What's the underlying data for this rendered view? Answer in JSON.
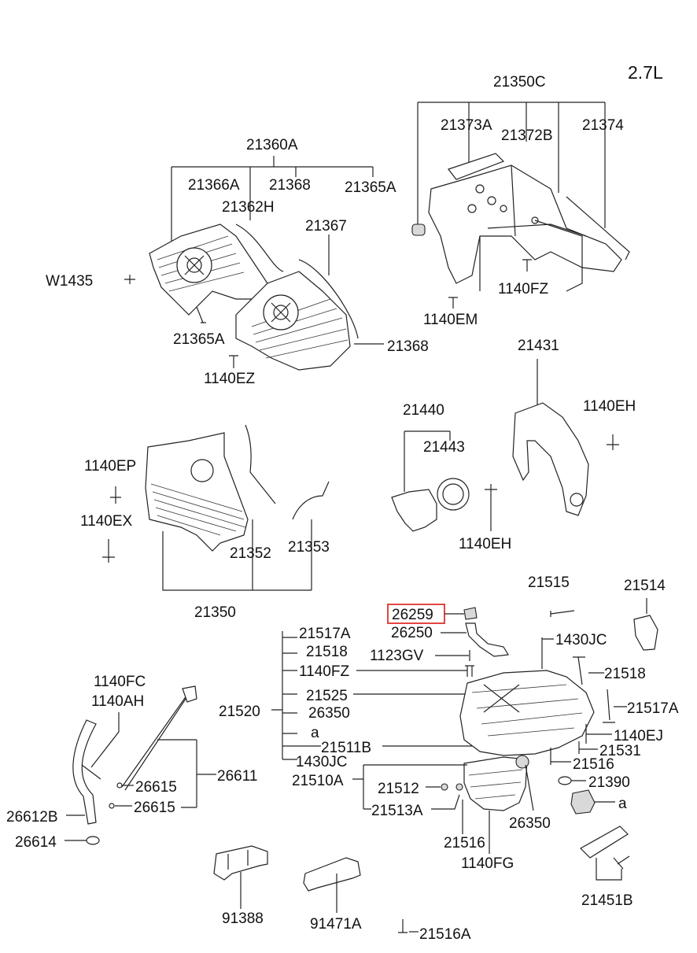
{
  "engine_label": "2.7L",
  "highlighted_part": "26259",
  "labels": {
    "p21350C": "21350C",
    "p21373A": "21373A",
    "p21372B": "21372B",
    "p21374": "21374",
    "p1140FZ_top": "1140FZ",
    "p1140EM": "1140EM",
    "p21360A": "21360A",
    "p21366A": "21366A",
    "p21368_top": "21368",
    "p21365A_top": "21365A",
    "p21362H": "21362H",
    "p21367": "21367",
    "pW1435": "W1435",
    "p21365A_low": "21365A",
    "p21368_right": "21368",
    "p1140EZ": "1140EZ",
    "p21431": "21431",
    "p1140EH_top": "1140EH",
    "p21440": "21440",
    "p21443": "21443",
    "p1140EH_low": "1140EH",
    "p1140EP": "1140EP",
    "p1140EX": "1140EX",
    "p21352": "21352",
    "p21353": "21353",
    "p21350": "21350",
    "p21515": "21515",
    "p21514": "21514",
    "p26259": "26259",
    "p26250": "26250",
    "p1430JC_top": "1430JC",
    "p21517A_left": "21517A",
    "p21518_left": "21518",
    "p1123GV": "1123GV",
    "p1140FZ_mid": "1140FZ",
    "p21518_right": "21518",
    "p21525": "21525",
    "p21520": "21520",
    "p26350_left": "26350",
    "p21517A_right": "21517A",
    "p_a_left": "a",
    "p1140EJ": "1140EJ",
    "p21511B": "21511B",
    "p21531": "21531",
    "p1430JC_low": "1430JC",
    "p21516_right": "21516",
    "p21510A": "21510A",
    "p21390": "21390",
    "p21512": "21512",
    "p_a_right": "a",
    "p21513A": "21513A",
    "p26350_low": "26350",
    "p21516_low": "21516",
    "p1140FG": "1140FG",
    "p1140FC": "1140FC",
    "p1140AH": "1140AH",
    "p26611": "26611",
    "p26615_a": "26615",
    "p26615_b": "26615",
    "p26612B": "26612B",
    "p26614": "26614",
    "p91388": "91388",
    "p91471A": "91471A",
    "p21516A": "21516A",
    "p21451B": "21451B"
  }
}
